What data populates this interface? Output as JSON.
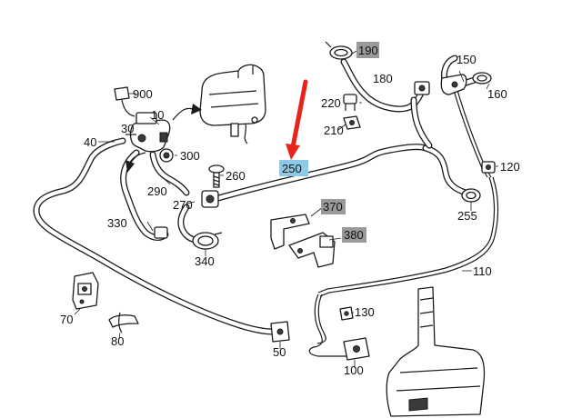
{
  "diagram": {
    "callouts": [
      {
        "id": "c10",
        "label": "10"
      },
      {
        "id": "c30",
        "label": "30"
      },
      {
        "id": "c40",
        "label": "40"
      },
      {
        "id": "c50",
        "label": "50"
      },
      {
        "id": "c70",
        "label": "70"
      },
      {
        "id": "c80",
        "label": "80"
      },
      {
        "id": "c100",
        "label": "100"
      },
      {
        "id": "c110",
        "label": "110"
      },
      {
        "id": "c120",
        "label": "120"
      },
      {
        "id": "c130",
        "label": "130"
      },
      {
        "id": "c150",
        "label": "150"
      },
      {
        "id": "c160",
        "label": "160"
      },
      {
        "id": "c180",
        "label": "180"
      },
      {
        "id": "c190",
        "label": "190",
        "highlight": "gray"
      },
      {
        "id": "c210",
        "label": "210"
      },
      {
        "id": "c220",
        "label": "220"
      },
      {
        "id": "c250",
        "label": "250",
        "highlight": "blue"
      },
      {
        "id": "c255",
        "label": "255"
      },
      {
        "id": "c260",
        "label": "260"
      },
      {
        "id": "c270",
        "label": "270"
      },
      {
        "id": "c290",
        "label": "290"
      },
      {
        "id": "c300",
        "label": "300"
      },
      {
        "id": "c330",
        "label": "330"
      },
      {
        "id": "c340",
        "label": "340"
      },
      {
        "id": "c370",
        "label": "370",
        "highlight": "gray"
      },
      {
        "id": "c380",
        "label": "380",
        "highlight": "gray"
      },
      {
        "id": "c900",
        "label": "900"
      }
    ],
    "colors": {
      "highlight_gray": "#9a9a9a",
      "highlight_blue": "#8ec9e8",
      "arrow_red": "#e8231a",
      "line": "#1a1a1a"
    },
    "pointer_arrow": {
      "points_to": "250"
    }
  }
}
